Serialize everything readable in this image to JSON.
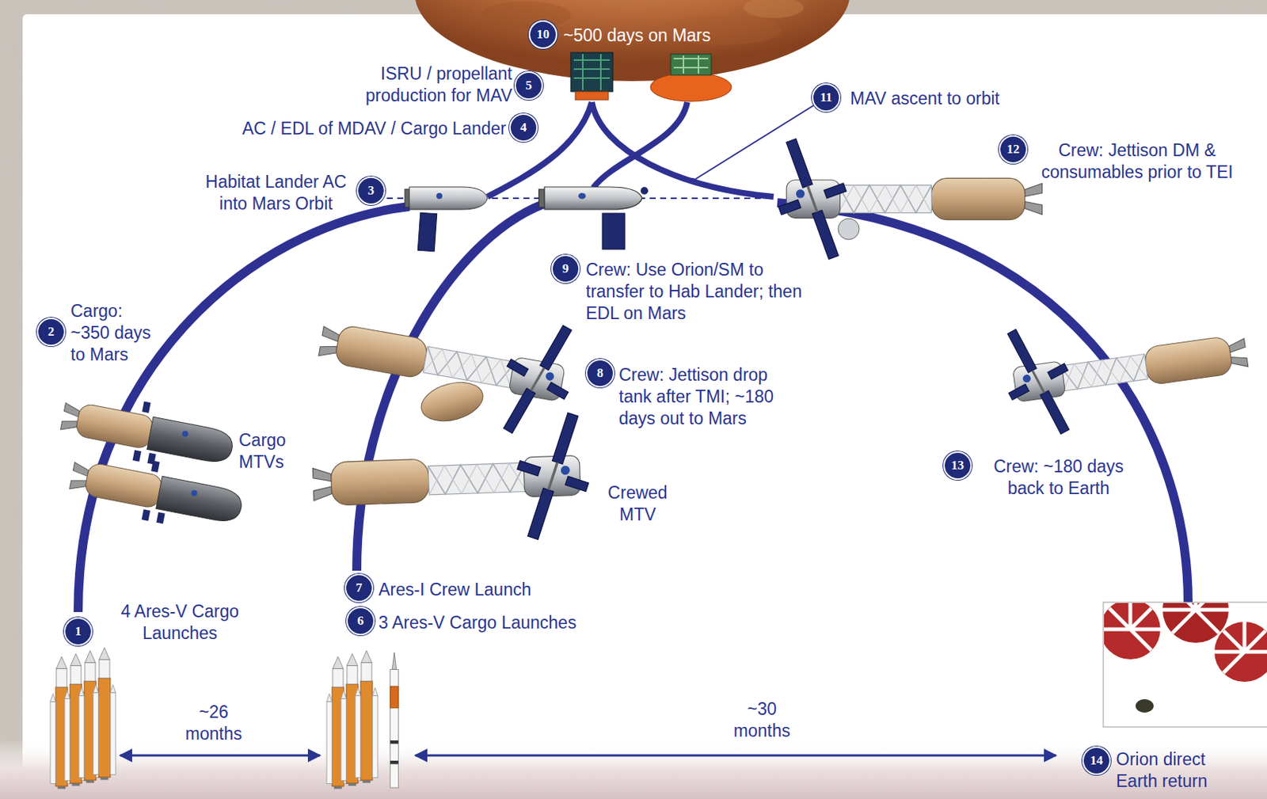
{
  "diagram": {
    "nodes": [
      {
        "text": [
          "10",
          "~500 days on Mars"
        ]
      },
      {
        "text": [
          "5",
          "ISRU / propellant production for MAV"
        ]
      },
      {
        "text": [
          "11",
          "MAV ascent to orbit"
        ]
      },
      {
        "text": [
          "4",
          "AC / EDL of MDAV / Cargo Lander"
        ]
      },
      {
        "text": [
          "12",
          "Crew: Jettison DM & consumables prior to TEI"
        ]
      },
      {
        "text": [
          "3",
          "Habitat Lander AC into Mars Orbit"
        ]
      },
      {
        "text": [
          "9",
          "Crew: Use Orion/SM to transfer to Hab Lander; then EDL on Mars"
        ]
      },
      {
        "text": [
          "2",
          "Cargo: ~350 days to Mars"
        ]
      },
      {
        "text": [
          "8",
          "Crew: Jettison drop tank after TMI; ~180 days out to Mars"
        ]
      },
      {
        "text": [
          "13",
          "Crew: ~180 days back to Earth"
        ]
      },
      {
        "text": [
          "7",
          "Ares-I Crew Launch"
        ]
      },
      {
        "text": [
          "6",
          "3 Ares-V Cargo Launches"
        ]
      },
      {
        "text": [
          "1",
          "4 Ares-V Cargo Launches"
        ]
      },
      {
        "text": [
          "14",
          "Orion direct Earth return"
        ]
      }
    ],
    "labels": [
      "Cargo MTVs",
      "Crewed MTV",
      "~26 months",
      "~30 months"
    ]
  }
}
